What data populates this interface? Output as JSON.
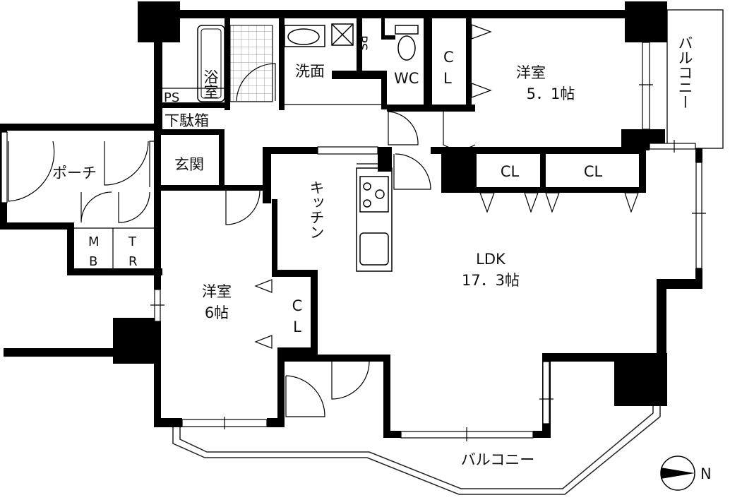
{
  "rooms": {
    "bath": "浴室",
    "washroom": "洗面",
    "ps_top": "PS",
    "ps_left": "PS",
    "wc": "WC",
    "cl_corridor_c": "C",
    "cl_corridor_l": "L",
    "western_small_name": "洋室",
    "western_small_size": "5．1帖",
    "balcony_east": "バルコニー",
    "shoe_box": "下駄箱",
    "entrance": "玄関",
    "porch": "ポーチ",
    "mb_m": "M",
    "mb_b": "B",
    "tr_t": "T",
    "tr_r": "R",
    "kitchen": "キッチン",
    "cl_top1": "CL",
    "cl_top2": "CL",
    "ldk_name": "LDK",
    "ldk_size": "17．3帖",
    "western_large_name": "洋室",
    "western_large_size": "6帖",
    "cl_mid_c": "C",
    "cl_mid_l": "L",
    "balcony_south": "バルコニー"
  },
  "compass": {
    "label": "N"
  },
  "colors": {
    "wall": "#000000",
    "grid": "#9a9a9a",
    "background": "#ffffff"
  }
}
